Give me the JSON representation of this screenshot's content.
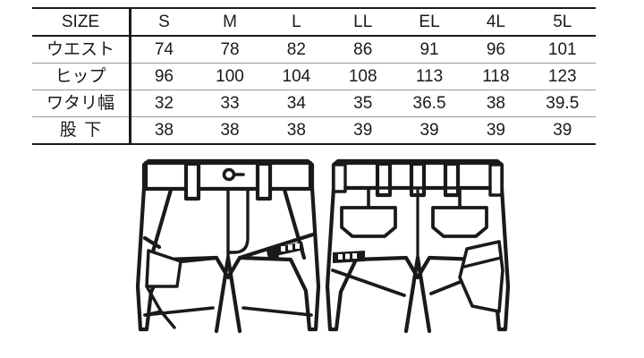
{
  "size_table": {
    "columns": [
      "SIZE",
      "S",
      "M",
      "L",
      "LL",
      "EL",
      "4L",
      "5L"
    ],
    "rows": [
      {
        "label": "ウエスト",
        "spaced": false,
        "values": [
          "74",
          "78",
          "82",
          "86",
          "91",
          "96",
          "101"
        ]
      },
      {
        "label": "ヒップ",
        "spaced": false,
        "values": [
          "96",
          "100",
          "104",
          "108",
          "113",
          "118",
          "123"
        ]
      },
      {
        "label": "ワタリ幅",
        "spaced": false,
        "values": [
          "32",
          "33",
          "34",
          "35",
          "36.5",
          "38",
          "39.5"
        ]
      },
      {
        "label": "股下",
        "spaced": true,
        "values": [
          "38",
          "38",
          "38",
          "39",
          "39",
          "39",
          "39"
        ]
      }
    ]
  },
  "illustrations": {
    "front": {
      "name": "front-view",
      "caption": "",
      "details": [
        "waistband",
        "belt-loops",
        "button-closure",
        "fly",
        "side-cargo-pocket",
        "zipper-pocket"
      ]
    },
    "back": {
      "name": "back-view",
      "caption": "",
      "details": [
        "waistband",
        "belt-loops",
        "back-welt-pocket-left",
        "back-welt-pocket-right",
        "zipper-tab",
        "side-cargo-pocket"
      ]
    }
  },
  "colors": {
    "ink": "#1a1a1a",
    "rule_light": "#9a9a9a",
    "background": "#ffffff"
  }
}
